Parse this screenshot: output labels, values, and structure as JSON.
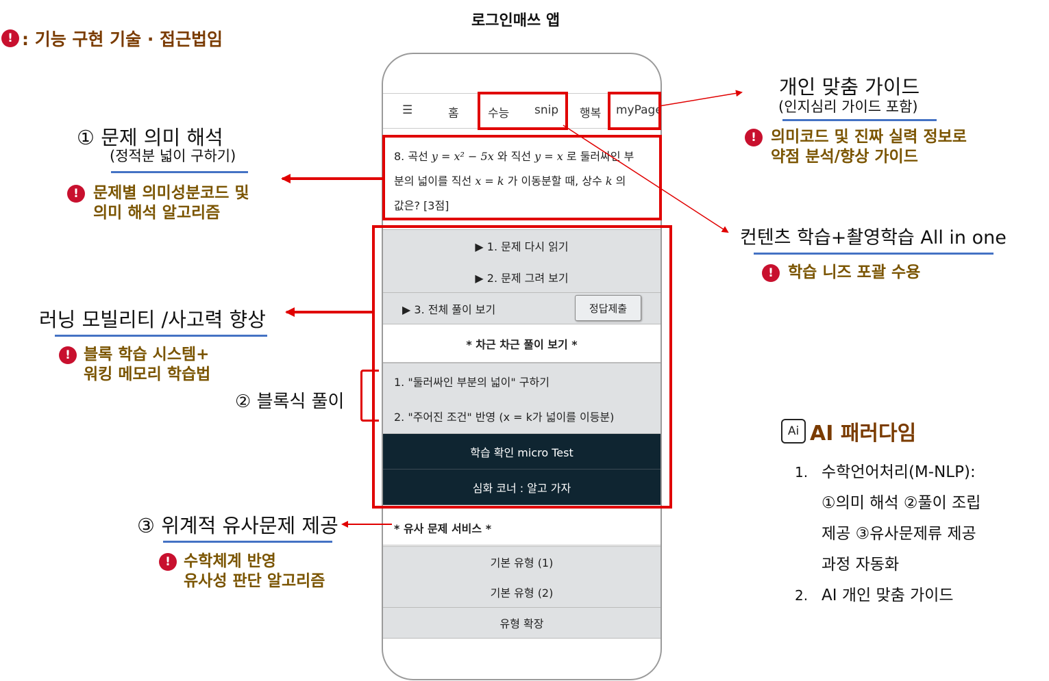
{
  "title": "로그인매쓰 앱",
  "legend": {
    "text": ": 기능 구현 기술 · 접근법임"
  },
  "phone": {
    "nav": {
      "menu": "☰",
      "home": "홈",
      "suneung": "수능",
      "snip": "snip",
      "happy": "행복",
      "mypage": "myPage"
    },
    "problem": {
      "line1_a": "8. 곡선 ",
      "line1_math1": "y = x² − 5x",
      "line1_b": " 와 직선 ",
      "line1_math2": "y = x",
      "line1_c": " 로 둘러싸인 부",
      "line2_a": "분의 넓이를 직선 ",
      "line2_math": "x = k",
      "line2_b": " 가 이동분할 때, 상수 ",
      "line2_k": "k",
      "line2_c": " 의",
      "line3": "값은? [3점]"
    },
    "buttons": {
      "reread": "▶  1. 문제 다시 읽기",
      "draw": "▶  2. 문제 그려 보기",
      "full": "▶  3. 전체 풀이 보기",
      "submit": "정답제출",
      "step_header": "* 차근 차근 풀이 보기 *",
      "step1": "1. \"둘러싸인 부분의 넓이\" 구하기",
      "step2": "2. \"주어진 조건\" 반영 (x = k가 넓이를 이등분)",
      "micro": "학습 확인 micro Test",
      "deep": "심화 코너 : 알고 가자",
      "similar_header": "* 유사 문제 서비스 *",
      "basic1": "기본 유형 (1)",
      "basic2": "기본 유형 (2)",
      "extend": "유형 확장"
    }
  },
  "left": {
    "meaning": {
      "title": "① 문제 의미 해석",
      "sub": "(정적분 넓이 구하기)",
      "warn1": "문제별 의미성분코드 및",
      "warn2": "의미 해석 알고리즘"
    },
    "mobility": {
      "title": "러닝 모빌리티 /사고력 향상",
      "warn1": "블록 학습 시스템+",
      "warn2": "워킹 메모리 학습법"
    },
    "block": {
      "title": "② 블록식 풀이"
    },
    "similar": {
      "title": "③ 위계적 유사문제 제공",
      "warn1": "수학체계 반영",
      "warn2": "유사성 판단 알고리즘"
    }
  },
  "right": {
    "guide": {
      "title": "개인 맞춤 가이드",
      "sub": "(인지심리 가이드 포함)",
      "warn1": "의미코드 및 진짜 실력 정보로",
      "warn2": "약점 분석/향상 가이드"
    },
    "content": {
      "title": "컨텐츠 학습+촬영학습 All in one",
      "warn": "학습 니즈 포괄 수용"
    },
    "ai": {
      "icon": "Ai",
      "title": "AI 패러다임",
      "item1_num": "1.",
      "item1_a": "수학언어처리(M-NLP):",
      "item1_b": "①의미 해석 ②풀이 조립",
      "item1_c": "제공 ③유사문제류 제공",
      "item1_d": "과정 자동화",
      "item2_num": "2.",
      "item2": "AI 개인 맞춤 가이드"
    }
  },
  "colors": {
    "red": "#e00000",
    "warn_text": "#7a5400",
    "blue_line": "#4472c4",
    "dark_row": "#0f2531",
    "light_row": "#dfe1e3"
  }
}
